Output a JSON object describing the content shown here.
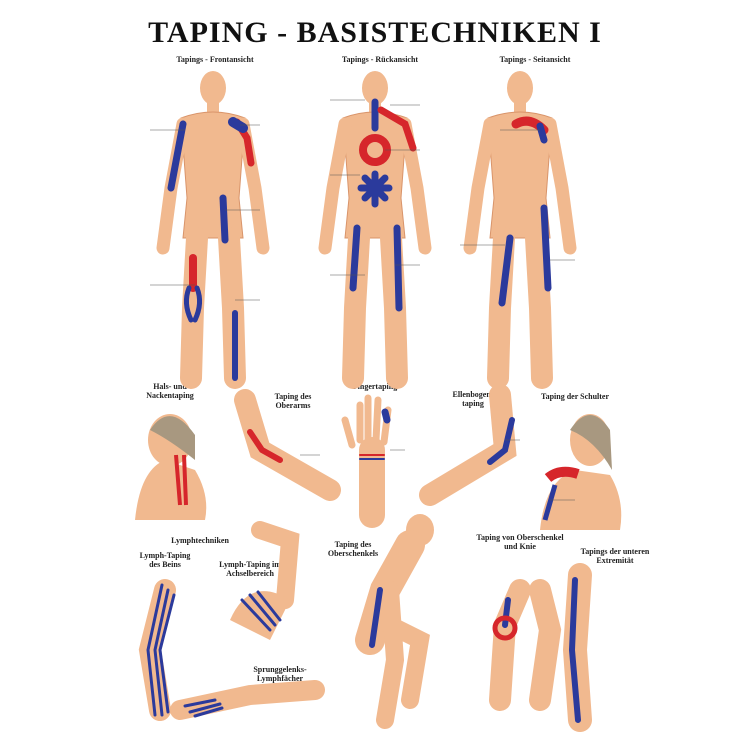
{
  "title": "TAPING - BASISTECHNIKEN I",
  "colors": {
    "skin": "#f1b98f",
    "skin_shade": "#d9946a",
    "tape_blue": "#2b3a9c",
    "tape_red": "#d6262b",
    "text": "#222222"
  },
  "sections": {
    "front": "Tapings - Frontansicht",
    "back": "Tapings - Rückansicht",
    "side": "Tapings - Seitansicht",
    "neck": "Hals- und Nackentaping",
    "upper_arm": "Taping des Oberarms",
    "finger": "Fingertaping",
    "elbow": "Ellenbogen-taping",
    "shoulder": "Taping der Schulter",
    "lymph": "Lymphtechniken",
    "lymph_leg": "Lymph-Taping des Beins",
    "lymph_axilla": "Lymph-Taping im Achselbereich",
    "ankle_lymph": "Sprunggelenks-Lymphfächer",
    "thigh": "Taping des Oberschenkels",
    "thigh_knee": "Taping von Oberschenkel und Knie",
    "lower_ext": "Tapings der unteren Extremität"
  }
}
